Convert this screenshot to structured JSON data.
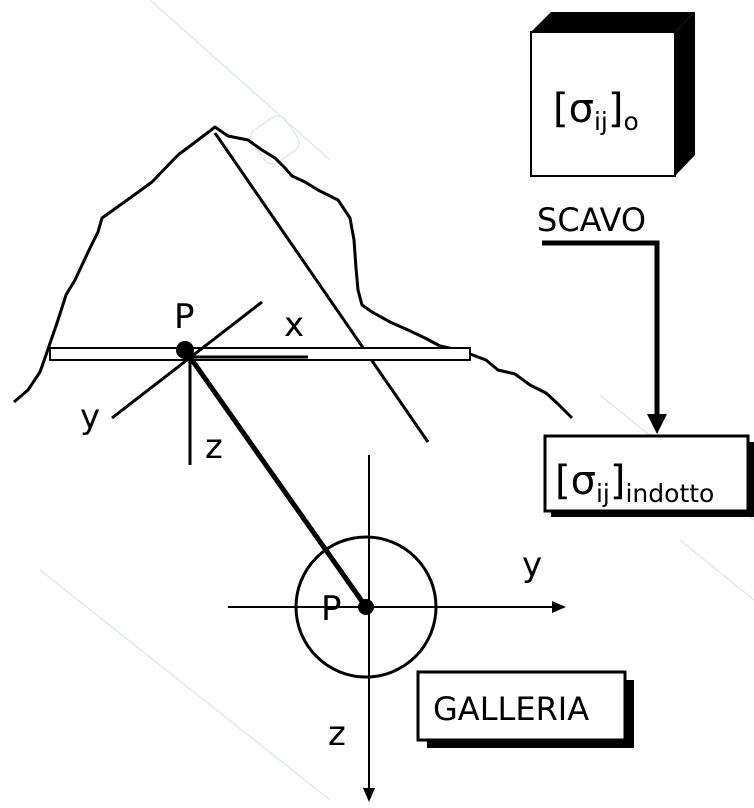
{
  "labels": {
    "point_top": "P",
    "axis_x": "x",
    "axis_y_top": "y",
    "axis_z_top": "z",
    "point_bottom": "P",
    "axis_y_bottom": "y",
    "axis_z_bottom": "z"
  },
  "boxes": {
    "initial_stress": {
      "sigma": "σ",
      "sub": "ij",
      "postfix": "o"
    },
    "induced_stress": {
      "sigma": "σ",
      "sub": "ij",
      "postfix": "indotto"
    },
    "scavo": "SCAVO",
    "galleria": "GALLERIA"
  }
}
